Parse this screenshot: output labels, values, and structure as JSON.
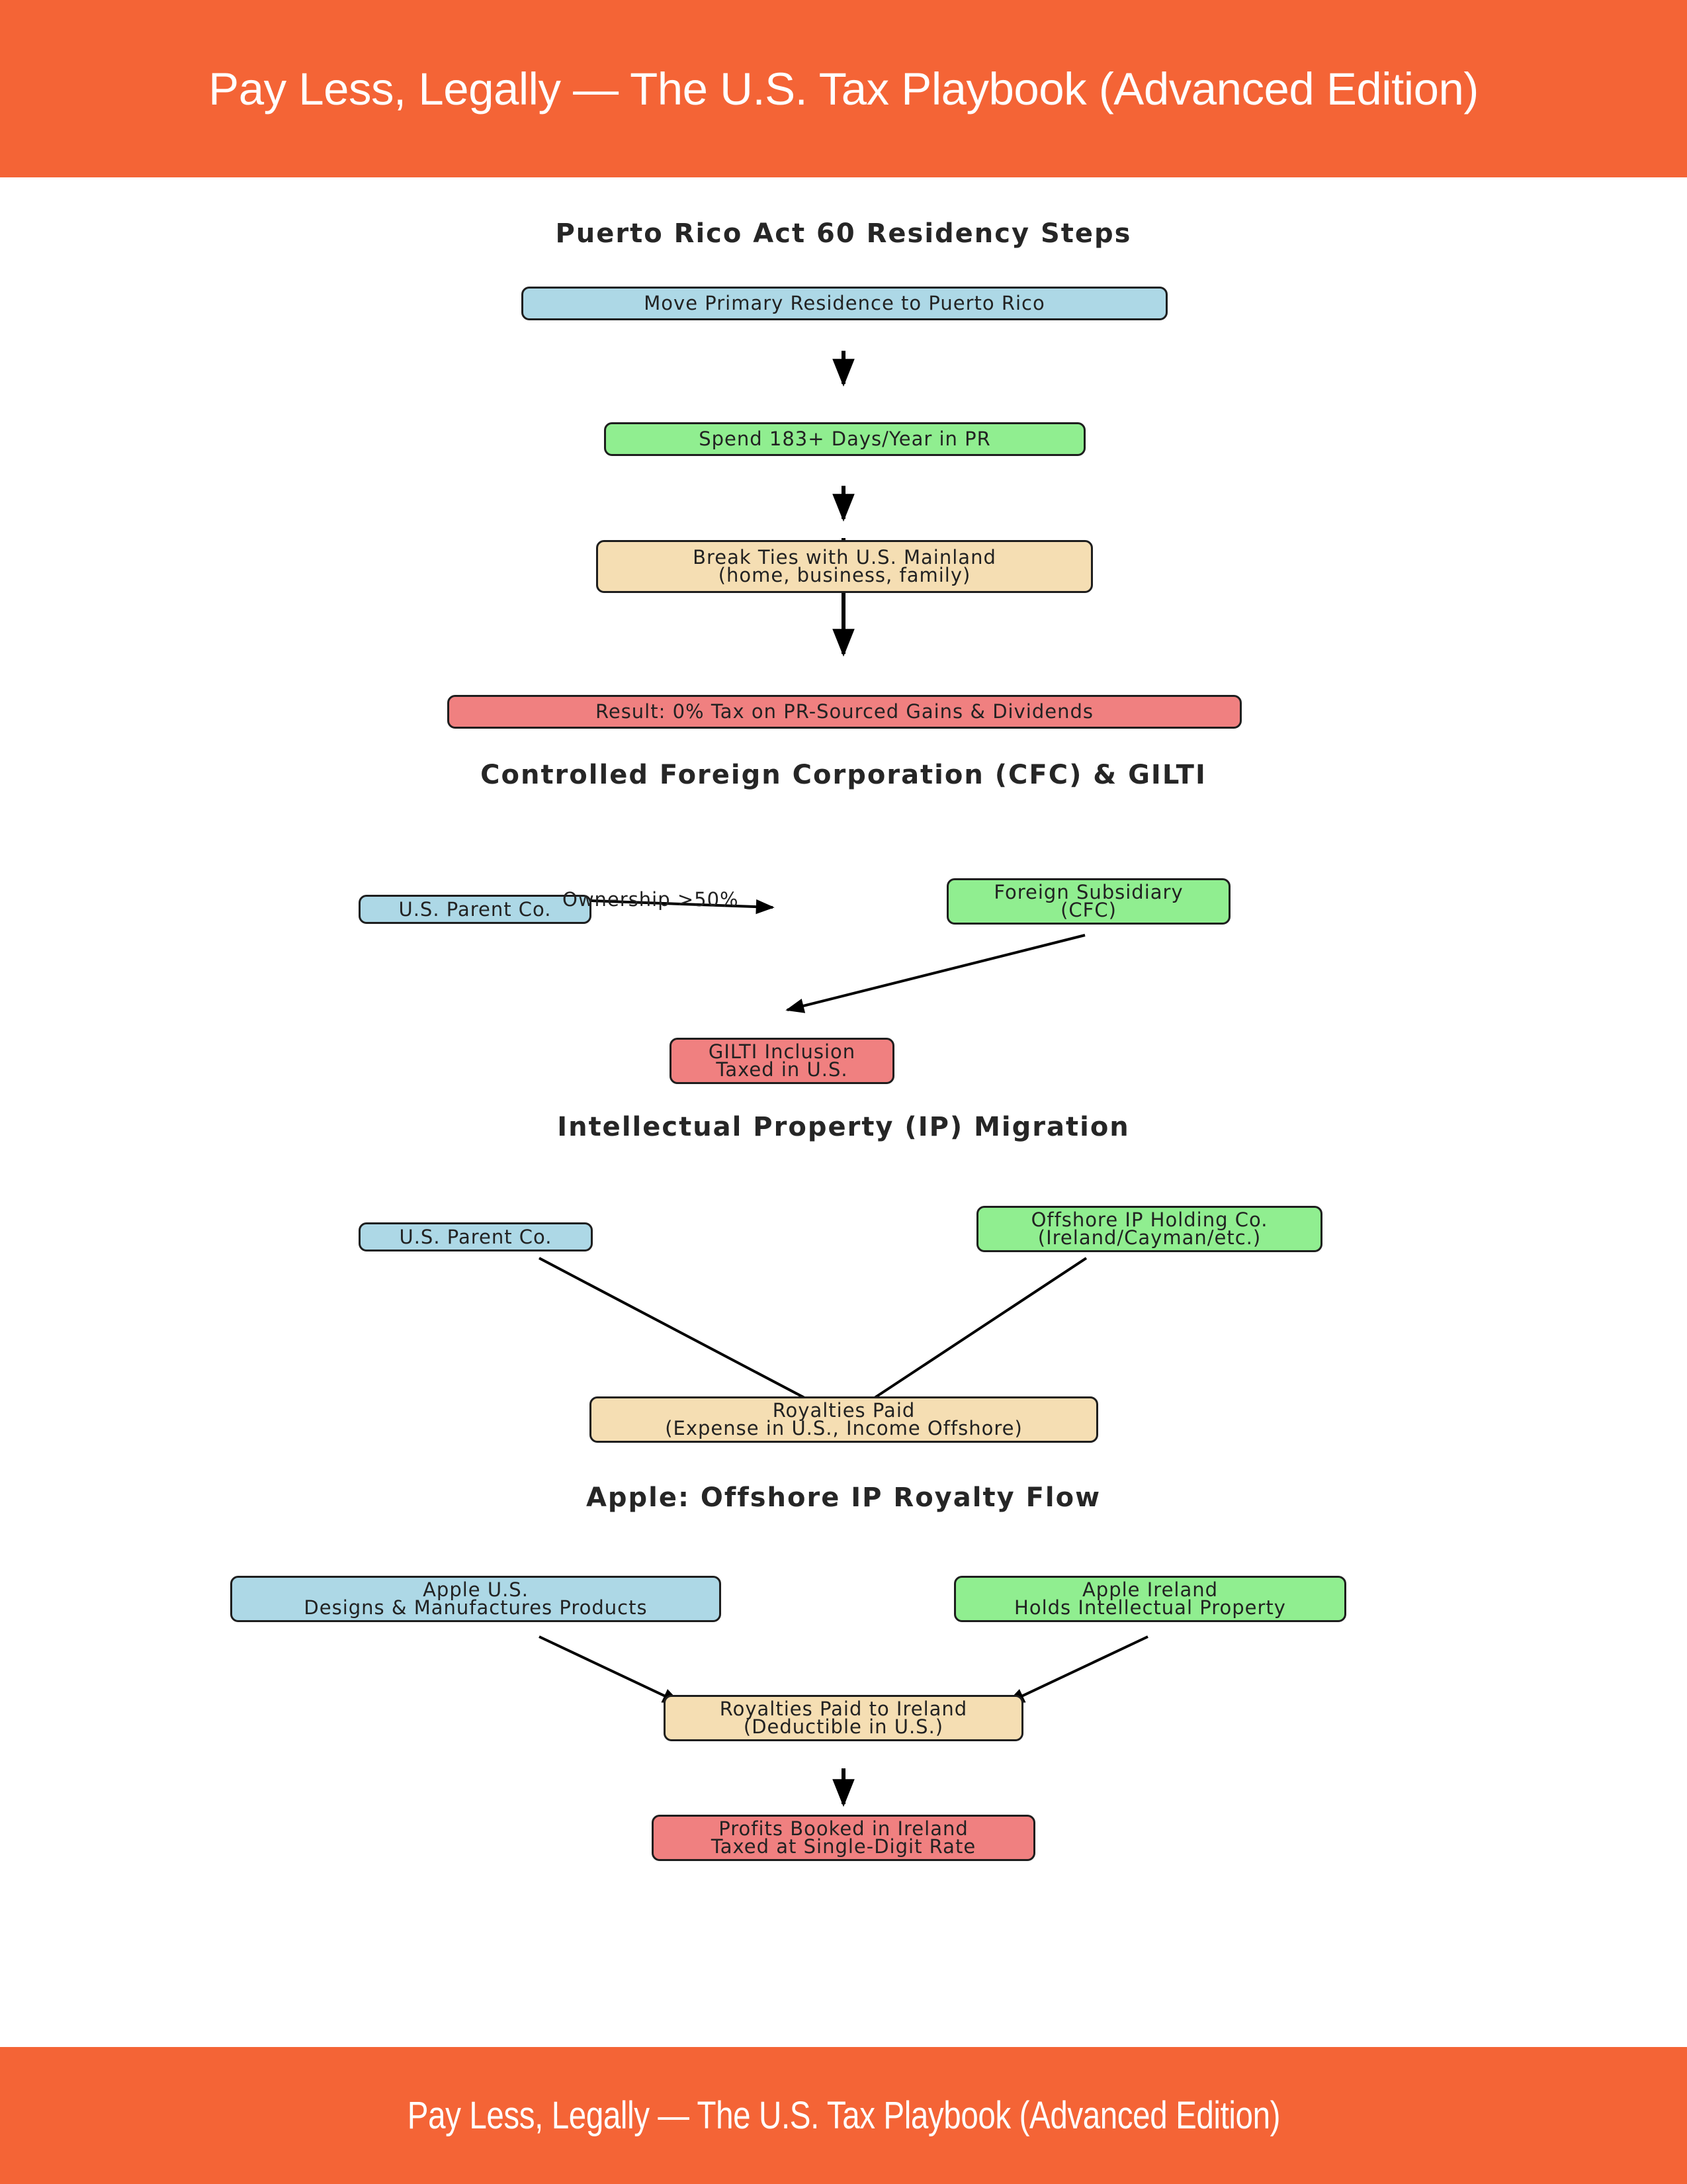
{
  "header": {
    "title": "Pay Less, Legally — The U.S. Tax Playbook (Advanced Edition)"
  },
  "footer": {
    "title": "Pay Less, Legally — The U.S. Tax Playbook (Advanced Edition)"
  },
  "colors": {
    "band": "#f46436",
    "node_blue": "#add8e6",
    "node_green": "#90ee90",
    "node_tan": "#f5deb3",
    "node_red": "#f08080"
  },
  "sections": {
    "pr": {
      "title": "Puerto Rico Act 60 Residency Steps",
      "step1": "Move Primary Residence to Puerto Rico",
      "step2": "Spend 183+ Days/Year in PR",
      "step3_line1": "Break Ties with U.S. Mainland",
      "step3_line2": "(home, business, family)",
      "result": "Result: 0% Tax on PR-Sourced Gains & Dividends"
    },
    "cfc": {
      "title": "Controlled Foreign Corporation (CFC) & GILTI",
      "parent": "U.S. Parent Co.",
      "edge_label": "Ownership >50%",
      "sub_line1": "Foreign Subsidiary",
      "sub_line2": "(CFC)",
      "gilti_line1": "GILTI Inclusion",
      "gilti_line2": "Taxed in U.S."
    },
    "ip": {
      "title": "Intellectual Property (IP) Migration",
      "parent": "U.S. Parent Co.",
      "holding_line1": "Offshore IP Holding Co.",
      "holding_line2": "(Ireland/Cayman/etc.)",
      "royalties_line1": "Royalties Paid",
      "royalties_line2": "(Expense in U.S., Income Offshore)"
    },
    "apple": {
      "title": "Apple: Offshore IP Royalty Flow",
      "us_line1": "Apple U.S.",
      "us_line2": "Designs & Manufactures Products",
      "ireland_line1": "Apple Ireland",
      "ireland_line2": "Holds Intellectual Property",
      "royalties_line1": "Royalties Paid to Ireland",
      "royalties_line2": "(Deductible in U.S.)",
      "profits_line1": "Profits Booked in Ireland",
      "profits_line2": "Taxed at Single-Digit Rate"
    }
  }
}
